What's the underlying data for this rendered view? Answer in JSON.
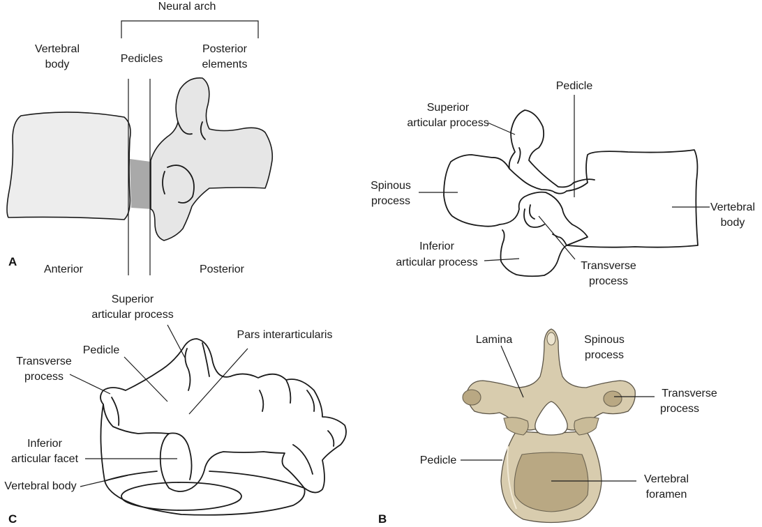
{
  "panelA": {
    "letter": "A",
    "neural_arch": "Neural arch",
    "vertebral_body_1": "Vertebral",
    "vertebral_body_2": "body",
    "pedicles": "Pedicles",
    "posterior_elements_1": "Posterior",
    "posterior_elements_2": "elements",
    "anterior": "Anterior",
    "posterior": "Posterior"
  },
  "panelB_lateral": {
    "pedicle": "Pedicle",
    "superior_articular_1": "Superior",
    "superior_articular_2": "articular process",
    "spinous_1": "Spinous",
    "spinous_2": "process",
    "vertebral_body_1": "Vertebral",
    "vertebral_body_2": "body",
    "inferior_articular_1": "Inferior",
    "inferior_articular_2": "articular process",
    "transverse_1": "Transverse",
    "transverse_2": "process"
  },
  "panelC": {
    "letter": "C",
    "superior_articular_1": "Superior",
    "superior_articular_2": "articular process",
    "pars": "Pars interarticularis",
    "pedicle": "Pedicle",
    "transverse_1": "Transverse",
    "transverse_2": "process",
    "inferior_facet_1": "Inferior",
    "inferior_facet_2": "articular facet",
    "vertebral_body": "Vertebral body"
  },
  "panelB_axial": {
    "letter": "B",
    "lamina": "Lamina",
    "spinous_1": "Spinous",
    "spinous_2": "process",
    "transverse_1": "Transverse",
    "transverse_2": "process",
    "pedicle": "Pedicle",
    "foramen_1": "Vertebral",
    "foramen_2": "foramen"
  }
}
